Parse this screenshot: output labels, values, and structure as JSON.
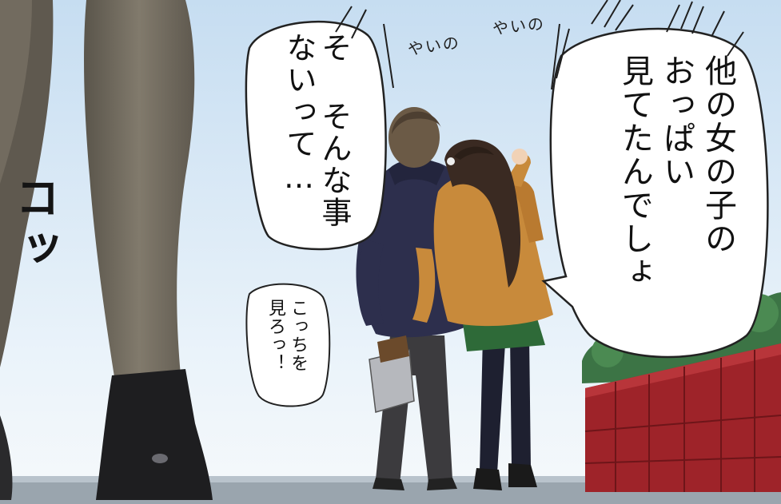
{
  "speech_bubbles": {
    "right": "他の女の子の\nおっぱい\n見てたんでしょ",
    "left": "そ そんな事\nないって…",
    "small": "こっちを\n見ろっ！"
  },
  "sound_effects": {
    "steps": "コッ",
    "whisper_1": "やいの",
    "whisper_2": "やいの"
  },
  "colors": {
    "sky_top": "#c9dff2",
    "sky_bottom": "#eef5fb",
    "wall": "#a3262b",
    "hedge": "#3e7a46",
    "coat_boy": "#2f3150",
    "coat_girl": "#c98a3c",
    "skirt": "#2f6b3a",
    "legs_foreground": "#6d675c"
  }
}
